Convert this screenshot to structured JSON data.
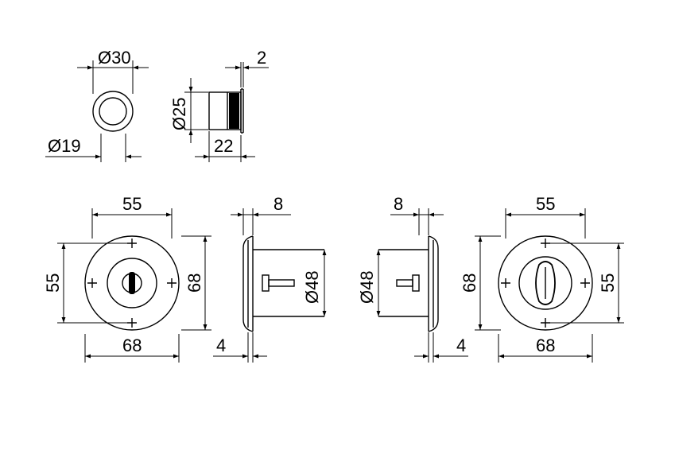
{
  "drawing": {
    "small_rosette": {
      "outer_diameter": "Ø30",
      "inner_diameter": "Ø19"
    },
    "small_rosette_side": {
      "diameter": "Ø25",
      "length": "22",
      "rim": "2"
    },
    "left_rosette_front": {
      "screw_spacing_h": "55",
      "screw_spacing_v": "55",
      "outer_width": "68",
      "outer_height": "68"
    },
    "left_rosette_side": {
      "rosette_thickness": "8",
      "plate_thickness": "4",
      "boss_diameter": "Ø48"
    },
    "right_rosette_side": {
      "rosette_thickness": "8",
      "plate_thickness": "4",
      "boss_diameter": "Ø48"
    },
    "right_rosette_front": {
      "screw_spacing_h": "55",
      "screw_spacing_v": "55",
      "outer_width": "68",
      "outer_height": "68"
    }
  }
}
